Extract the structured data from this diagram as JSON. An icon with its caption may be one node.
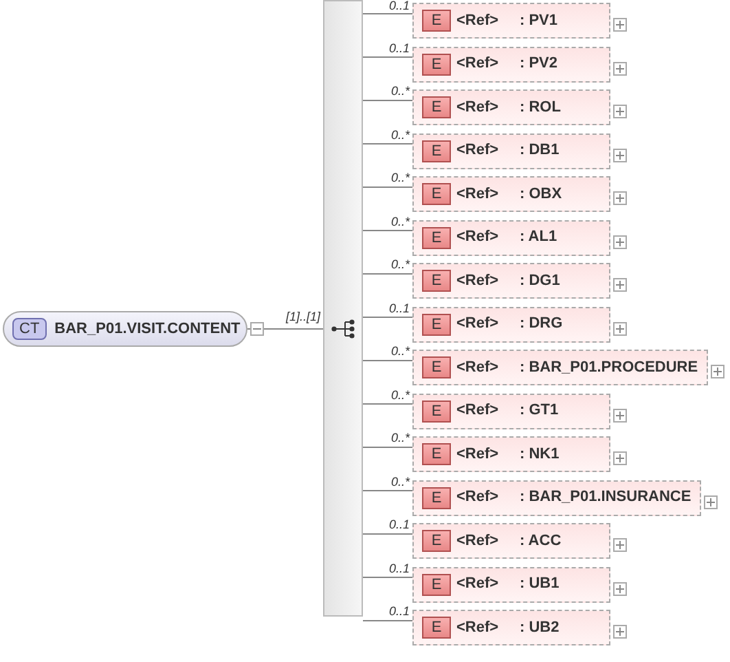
{
  "diagram": {
    "nodes": [
      {
        "text": [
          "CT",
          "BAR_P01.VISIT.CONTENT"
        ]
      },
      {
        "text": [],
        "shape": "bar"
      },
      {
        "text": [
          "E",
          "<Ref>",
          ": PV1"
        ]
      },
      {
        "text": [
          "E",
          "<Ref>",
          ": PV2"
        ]
      },
      {
        "text": [
          "E",
          "<Ref>",
          ": ROL"
        ]
      },
      {
        "text": [
          "E",
          "<Ref>",
          ": DB1"
        ]
      },
      {
        "text": [
          "E",
          "<Ref>",
          ": OBX"
        ]
      },
      {
        "text": [
          "E",
          "<Ref>",
          ": AL1"
        ]
      },
      {
        "text": [
          "E",
          "<Ref>",
          ": DG1"
        ]
      },
      {
        "text": [
          "E",
          "<Ref>",
          ": DRG"
        ]
      },
      {
        "text": [
          "E",
          "<Ref>",
          ": BAR_P01.PROCEDURE"
        ]
      },
      {
        "text": [
          "E",
          "<Ref>",
          ": GT1"
        ]
      },
      {
        "text": [
          "E",
          "<Ref>",
          ": NK1"
        ]
      },
      {
        "text": [
          "E",
          "<Ref>",
          ": BAR_P01.INSURANCE"
        ]
      },
      {
        "text": [
          "E",
          "<Ref>",
          ": ACC"
        ]
      },
      {
        "text": [
          "E",
          "<Ref>",
          ": UB1"
        ]
      },
      {
        "text": [
          "E",
          "<Ref>",
          ": UB2"
        ]
      }
    ],
    "edges": [
      {
        "from": 0,
        "to": 1,
        "arrow": "none",
        "label": "[1]..[1]"
      },
      {
        "from": 1,
        "to": 2,
        "arrow": "none",
        "label": "0..1"
      },
      {
        "from": 1,
        "to": 3,
        "arrow": "none",
        "label": "0..1"
      },
      {
        "from": 1,
        "to": 4,
        "arrow": "none",
        "label": "0..*"
      },
      {
        "from": 1,
        "to": 5,
        "arrow": "none",
        "label": "0..*"
      },
      {
        "from": 1,
        "to": 6,
        "arrow": "none",
        "label": "0..*"
      },
      {
        "from": 1,
        "to": 7,
        "arrow": "none",
        "label": "0..*"
      },
      {
        "from": 1,
        "to": 8,
        "arrow": "none",
        "label": "0..*"
      },
      {
        "from": 1,
        "to": 9,
        "arrow": "none",
        "label": "0..1"
      },
      {
        "from": 1,
        "to": 10,
        "arrow": "none",
        "label": "0..*"
      },
      {
        "from": 1,
        "to": 11,
        "arrow": "none",
        "label": "0..*"
      },
      {
        "from": 1,
        "to": 12,
        "arrow": "none",
        "label": "0..*"
      },
      {
        "from": 1,
        "to": 13,
        "arrow": "none",
        "label": "0..*"
      },
      {
        "from": 1,
        "to": 14,
        "arrow": "none",
        "label": "0..1"
      },
      {
        "from": 1,
        "to": 15,
        "arrow": "none",
        "label": "0..1"
      },
      {
        "from": 1,
        "to": 16,
        "arrow": "none",
        "label": "0..1"
      }
    ]
  }
}
